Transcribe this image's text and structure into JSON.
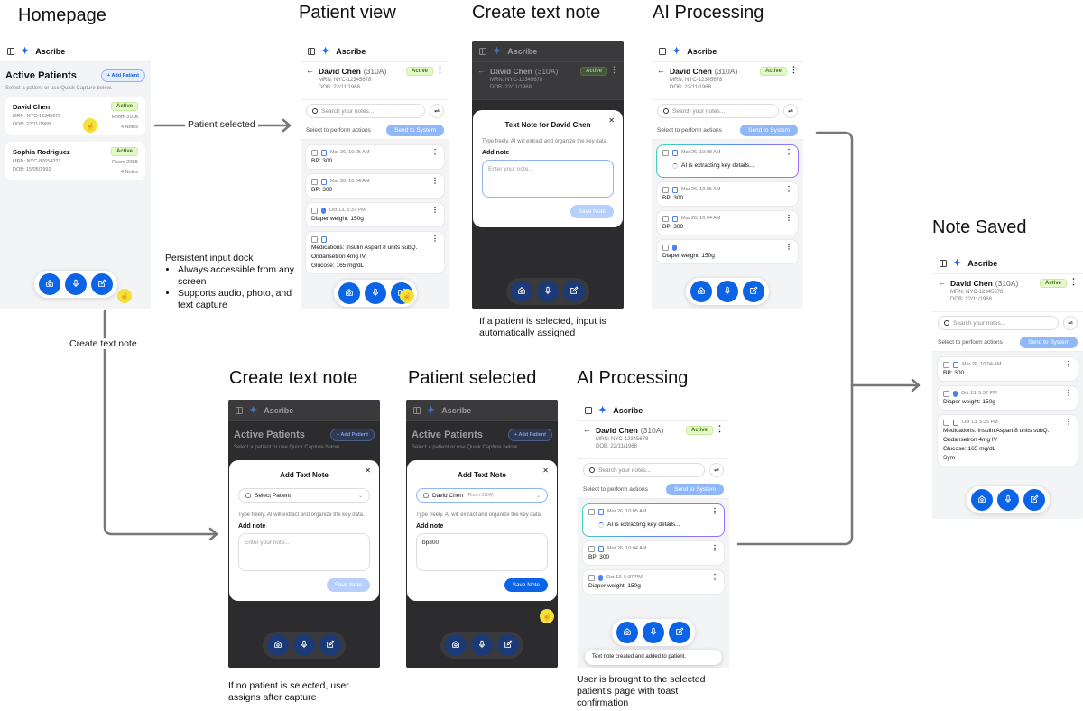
{
  "diagram": {
    "titles": {
      "homepage": "Homepage",
      "patient_view": "Patient view",
      "create_note_top": "Create text note",
      "ai_top": "AI Processing",
      "note_saved": "Note Saved",
      "create_note_bottom": "Create text note",
      "patient_selected": "Patient selected",
      "ai_bottom": "AI Processing"
    },
    "flow_labels": {
      "patient_selected": "Patient selected",
      "create_text_note": "Create text note"
    },
    "captions": {
      "dock_title": "Persistent input dock",
      "dock_bullets": [
        "Always accessible from any screen",
        "Supports audio, photo, and text capture"
      ],
      "auto_assign": "If a patient is selected, input is automatically assigned",
      "no_patient": "If no patient is selected, user assigns after capture",
      "toast_confirm": "User is brought to the selected patient's page with toast confirmation"
    },
    "connector_color": "#777777"
  },
  "app": {
    "brand": "Ascribe",
    "accent": "#0b63e5"
  },
  "patient": {
    "name": "David Chen",
    "room": "(310A)",
    "status": "Active",
    "mrn": "MRN: NYC-12345678",
    "dob": "DOB: 22/11/1968"
  },
  "homepage": {
    "title": "Active Patients",
    "add_button": "+ Add Patient",
    "subtitle": "Select a patient or use Quick Capture below.",
    "patients": [
      {
        "name": "David Chen",
        "status": "Active",
        "mrn": "MRN: NYC-12345678",
        "dob": "DOB: 22/11/1968",
        "room": "Room 310A",
        "notes": "4 Notes"
      },
      {
        "name": "Sophia Rodriguez",
        "status": "Active",
        "mrn": "MRN: NYC-87654321",
        "dob": "DOB: 15/05/1992",
        "room": "Room 205B",
        "notes": "4 Notes"
      }
    ]
  },
  "patient_page": {
    "search_placeholder": "Search your notes...",
    "select_hint": "Select to perform actions",
    "send_button": "Send to System"
  },
  "screens": {
    "patient_view": {
      "notes": [
        {
          "date": "Mar 26, 10:05 AM",
          "icon": "clipboard-icon",
          "lines": [
            "BP: 300"
          ]
        },
        {
          "date": "Mar 26, 10:04 AM",
          "icon": "clipboard-icon",
          "lines": [
            "BP: 300"
          ]
        },
        {
          "date": "Oct 13, 5:37 PM",
          "icon": "mic-icon",
          "lines": [
            "Diaper weight: 150g"
          ]
        },
        {
          "date": "",
          "icon": "clipboard-icon",
          "lines": [
            "Medications: Insulin Aspart 8 units subQ.",
            "Ondansetron 4mg IV",
            "Glucose: 165 mg/dL"
          ]
        }
      ]
    },
    "ai_processing_top": {
      "notes": [
        {
          "date": "Mar 26, 10:08 AM",
          "icon": "clipboard-icon",
          "processing": true,
          "text": "AI is extracting key details..."
        },
        {
          "date": "Mar 26, 10:05 AM",
          "icon": "clipboard-icon",
          "lines": [
            "BP: 300"
          ]
        },
        {
          "date": "Mar 26, 10:04 AM",
          "icon": "clipboard-icon",
          "lines": [
            "BP: 300"
          ]
        },
        {
          "date": "",
          "icon": "mic-icon",
          "lines": [
            "Diaper weight: 150g"
          ]
        }
      ]
    },
    "note_saved": {
      "notes": [
        {
          "date": "Mar 26, 10:04 AM",
          "icon": "clipboard-icon",
          "lines": [
            "BP: 300"
          ]
        },
        {
          "date": "Oct 13, 5:37 PM",
          "icon": "mic-icon",
          "lines": [
            "Diaper weight: 150g"
          ]
        },
        {
          "date": "Oct 13, 5:35 PM",
          "icon": "clipboard-icon",
          "lines": [
            "Medications: Insulin Aspart 8 units subQ.",
            "Ondansetron 4mg IV",
            "Glucose: 165 mg/dL",
            "Sym"
          ]
        }
      ]
    },
    "ai_processing_bottom": {
      "notes": [
        {
          "date": "Mar 26, 10:05 AM",
          "icon": "clipboard-icon",
          "processing": true,
          "text": "AI is extracting key details..."
        },
        {
          "date": "Mar 26, 10:04 AM",
          "icon": "clipboard-icon",
          "lines": [
            "BP: 300"
          ]
        },
        {
          "date": "Oct 13, 5:37 PM",
          "icon": "mic-icon",
          "lines": [
            "Diaper weight: 150g"
          ]
        }
      ],
      "toast": "Text note created and added to patient."
    }
  },
  "modals": {
    "top": {
      "title": "Text Note for David Chen",
      "hint": "Type freely. AI will extract and organize the key data.",
      "label": "Add note",
      "placeholder": "Enter your note...",
      "save": "Save Note"
    },
    "no_patient": {
      "title": "Add Text Note",
      "select": "Select Patient",
      "hint": "Type freely. AI will extract and organize the key data.",
      "label": "Add note",
      "placeholder": "Enter your note...",
      "save": "Save Note"
    },
    "patient_selected": {
      "title": "Add Text Note",
      "select": "David Chen",
      "select_room": "(Room 310A)",
      "hint": "Type freely. AI will extract and organize the key data.",
      "label": "Add note",
      "value": "bp300",
      "save": "Save Note"
    }
  }
}
